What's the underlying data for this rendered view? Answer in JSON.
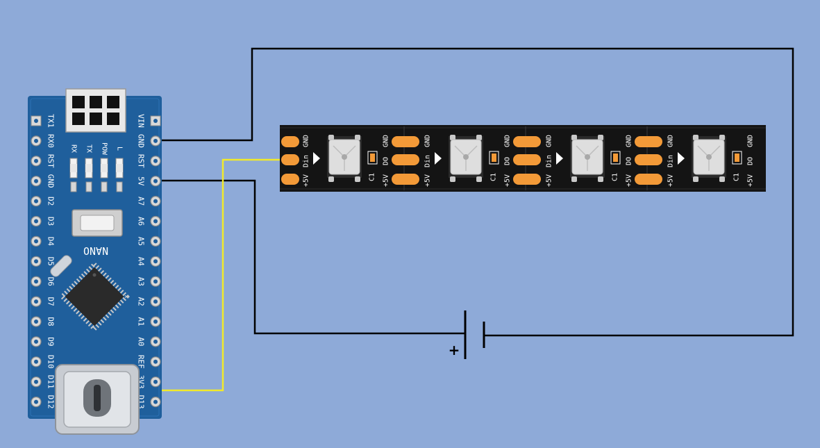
{
  "colors": {
    "background": "#8eaad8",
    "wire": "#000000",
    "signal_wire": "#f2ea2a",
    "pcb": "#1f5f9c",
    "strip": "#141414",
    "pad": "#f39a38",
    "led": "#dedede"
  },
  "board": {
    "name": "NANO",
    "left_pins": [
      "TX1",
      "RX0",
      "RST",
      "GND",
      "D2",
      "D3",
      "D4",
      "D5",
      "D6",
      "D7",
      "D8",
      "D9",
      "D10",
      "D11",
      "D12"
    ],
    "right_pins": [
      "VIN",
      "GND",
      "RST",
      "5V",
      "A7",
      "A6",
      "A5",
      "A4",
      "A3",
      "A2",
      "A1",
      "A0",
      "REF",
      "3V3",
      "D13"
    ],
    "leds": [
      "RX",
      "TX",
      "POW",
      "L"
    ]
  },
  "strip": {
    "pin_gnd": "GND",
    "pin_din": "Din",
    "pin_5v": "+5V",
    "pin_do": "DO",
    "cap": "C1",
    "segments": 4
  },
  "battery": {
    "plus_label": "+"
  }
}
